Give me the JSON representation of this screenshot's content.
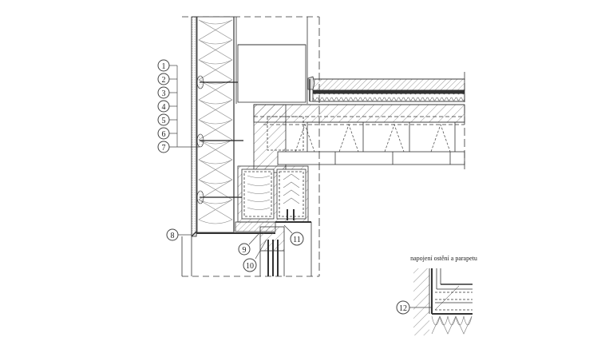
{
  "drawing": {
    "type": "architectural section detail",
    "background": "#ffffff",
    "line_color": "#333333",
    "callouts": [
      {
        "id": "1",
        "label": "1"
      },
      {
        "id": "2",
        "label": "2"
      },
      {
        "id": "3",
        "label": "3"
      },
      {
        "id": "4",
        "label": "4"
      },
      {
        "id": "5",
        "label": "5"
      },
      {
        "id": "6",
        "label": "6"
      },
      {
        "id": "7",
        "label": "7"
      },
      {
        "id": "8",
        "label": "8"
      },
      {
        "id": "9",
        "label": "9"
      },
      {
        "id": "10",
        "label": "10"
      },
      {
        "id": "11",
        "label": "11"
      },
      {
        "id": "12",
        "label": "12"
      }
    ],
    "inset": {
      "title": "napojení ostění a parapetu"
    }
  }
}
